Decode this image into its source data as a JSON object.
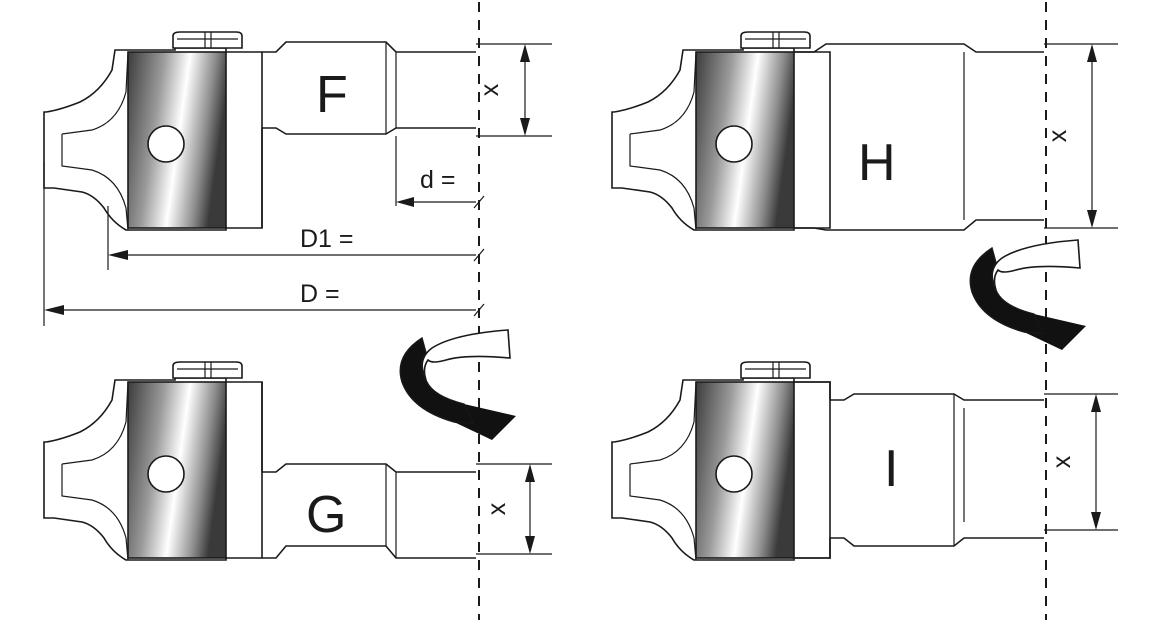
{
  "profiles": [
    {
      "id": "F",
      "label": "F",
      "height_label": "x"
    },
    {
      "id": "G",
      "label": "G",
      "height_label": "x"
    },
    {
      "id": "H",
      "label": "H",
      "height_label": "x"
    },
    {
      "id": "I",
      "label": "I",
      "height_label": "x"
    }
  ],
  "dimensions": {
    "d": "d =",
    "d1": "D1 =",
    "D": "D ="
  },
  "colors": {
    "line": "#1a1a1a",
    "steel_dark": "#3a3a3a",
    "steel_light": "#ffffff"
  },
  "icons": [
    "rotate-over-arrow-icon",
    "screw-icon",
    "bore-hole-icon"
  ]
}
